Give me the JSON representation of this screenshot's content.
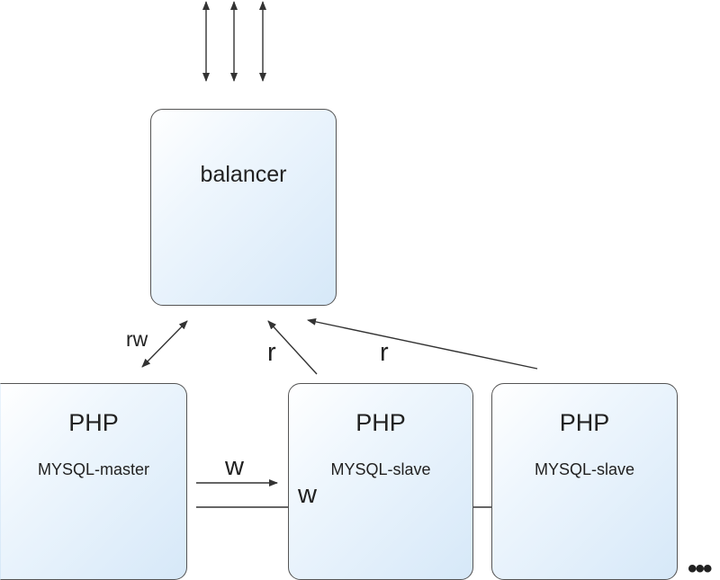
{
  "diagram": {
    "nodes": {
      "balancer": {
        "label": "balancer"
      },
      "master": {
        "title": "PHP",
        "subtitle": "MYSQL-master"
      },
      "slave1": {
        "title": "PHP",
        "subtitle": "MYSQL-slave"
      },
      "slave2": {
        "title": "PHP",
        "subtitle": "MYSQL-slave"
      }
    },
    "edges": {
      "rw": "rw",
      "r1": "r",
      "r2": "r",
      "w1": "w",
      "w2": "w"
    },
    "more": "•••"
  },
  "colors": {
    "border": "#555555",
    "fill_light": "#eef6fd",
    "fill_dark": "#d6e8f8",
    "line": "#333333"
  }
}
